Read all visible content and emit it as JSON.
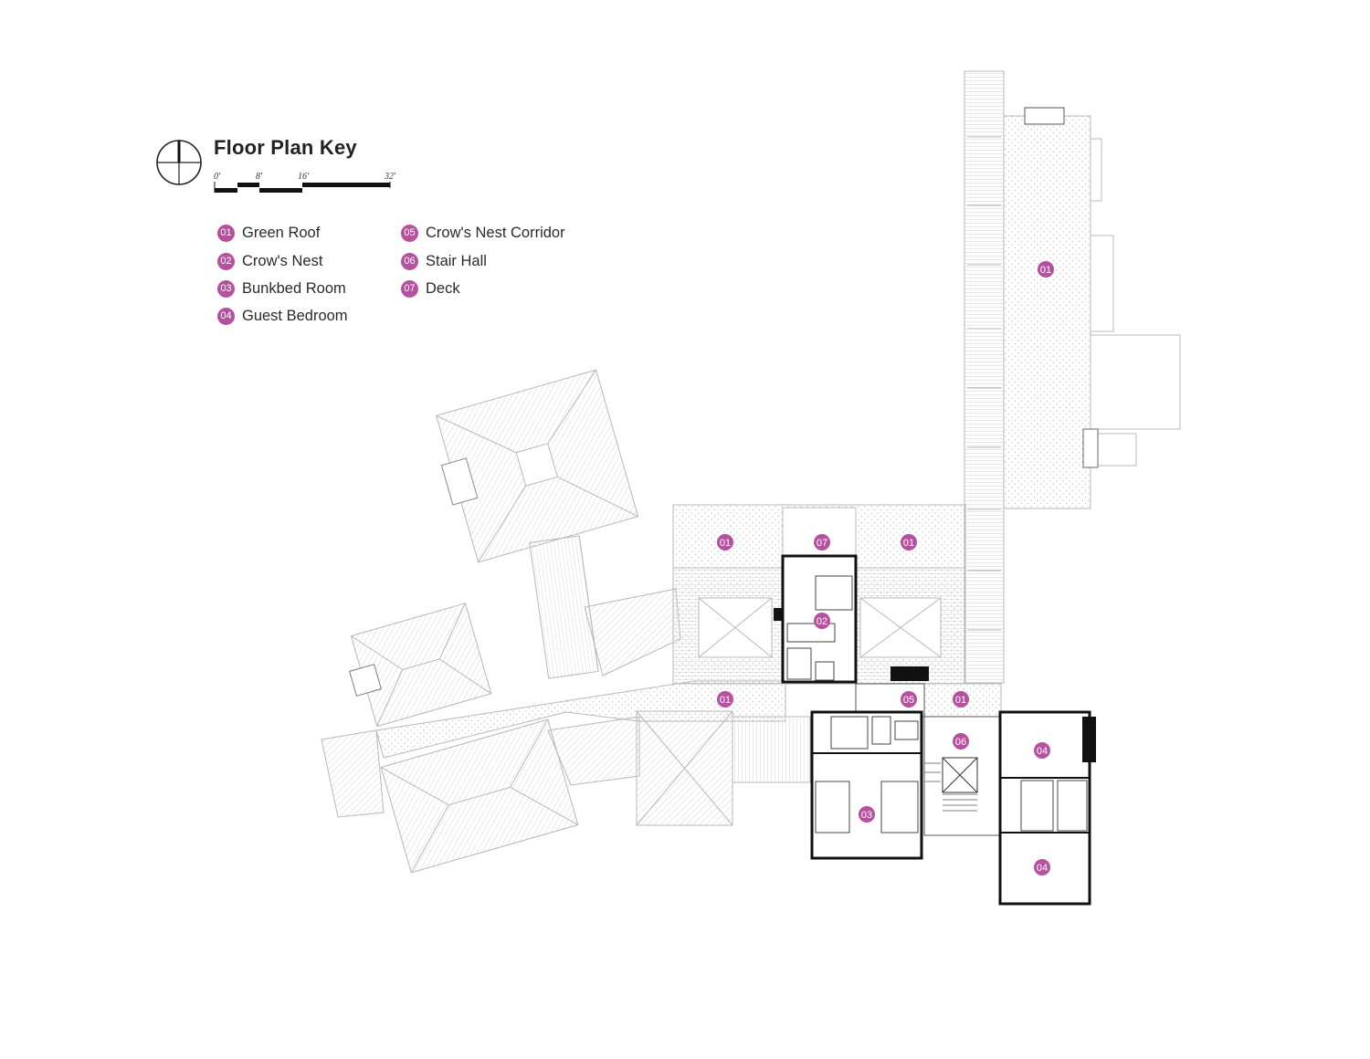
{
  "title": "Floor Plan Key",
  "scale_labels": [
    "0'",
    "8'",
    "16'",
    "32'"
  ],
  "colors": {
    "tag": "#b5519f",
    "wall": "#111111",
    "ghost": "#b8b8b8"
  },
  "legend": [
    {
      "num": "01",
      "label": "Green Roof"
    },
    {
      "num": "02",
      "label": "Crow's Nest"
    },
    {
      "num": "03",
      "label": "Bunkbed Room"
    },
    {
      "num": "04",
      "label": "Guest Bedroom"
    },
    {
      "num": "05",
      "label": "Crow's Nest Corridor"
    },
    {
      "num": "06",
      "label": "Stair Hall"
    },
    {
      "num": "07",
      "label": "Deck"
    }
  ],
  "tags": [
    "01",
    "07",
    "01",
    "02",
    "01",
    "05",
    "01",
    "06",
    "04",
    "03",
    "04",
    "01"
  ]
}
